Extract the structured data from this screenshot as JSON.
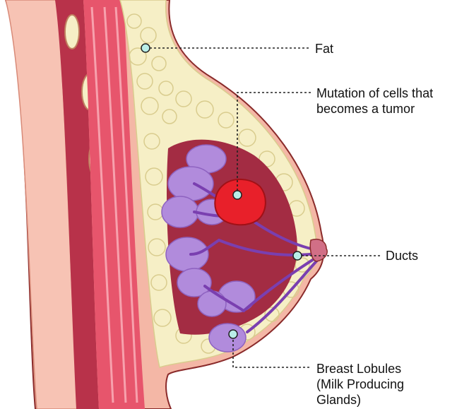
{
  "labels": {
    "fat": "Fat",
    "tumor_line1": "Mutation of cells that",
    "tumor_line2": "becomes a tumor",
    "ducts": "Ducts",
    "lobules_line1": "Breast Lobules",
    "lobules_line2": "(Milk Producing",
    "lobules_line3": "Glands)"
  },
  "colors": {
    "skin": "#f4b7a6",
    "skin_edge": "#e0907c",
    "muscle": "#b8324a",
    "fat": "#f6efc6",
    "fat_edge": "#d9cc8e",
    "lobule": "#b18bdc",
    "duct": "#7a3fb0",
    "tumor": "#e8202a",
    "marker": "#b9eee8"
  }
}
